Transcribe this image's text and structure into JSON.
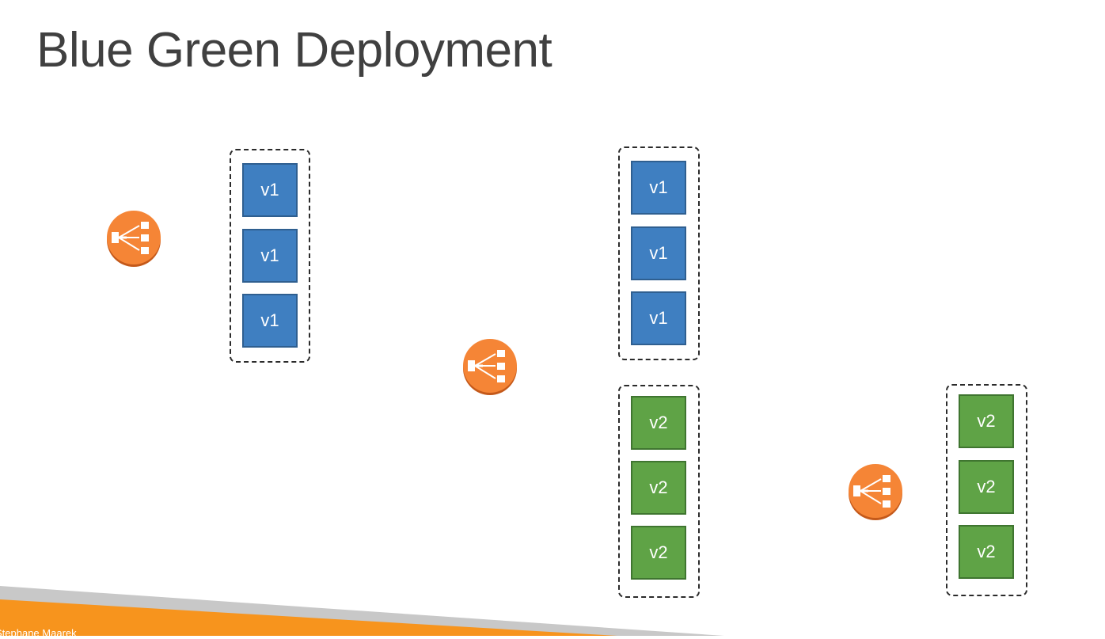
{
  "slide": {
    "title": "Blue Green Deployment",
    "footer_text": "Stephane Maarek"
  },
  "colors": {
    "v1_fill": "#3f7fc1",
    "v2_fill": "#5fa346",
    "load_balancer": "#f58536",
    "footer_orange": "#f7941d",
    "footer_gray": "#c8c8c8"
  },
  "stages": [
    {
      "load_balancer_icon": "load-balancer-icon",
      "groups": [
        {
          "instances": [
            "v1",
            "v1",
            "v1"
          ]
        }
      ]
    },
    {
      "load_balancer_icon": "load-balancer-icon",
      "groups": [
        {
          "instances": [
            "v1",
            "v1",
            "v1"
          ]
        },
        {
          "instances": [
            "v2",
            "v2",
            "v2"
          ]
        }
      ]
    },
    {
      "load_balancer_icon": "load-balancer-icon",
      "groups": [
        {
          "instances": [
            "v2",
            "v2",
            "v2"
          ]
        }
      ]
    }
  ]
}
